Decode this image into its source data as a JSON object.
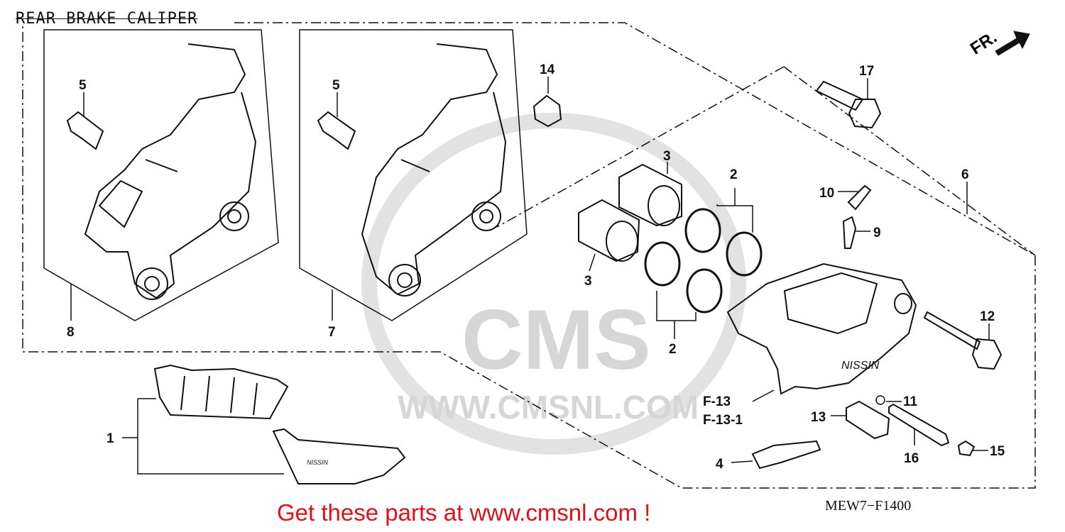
{
  "title": "REAR BRAKE CALIPER",
  "direction_label": "FR.",
  "diagram_code": "MEW7−F1400",
  "promo_text": "Get these parts at www.cmsnl.com !",
  "watermark_url": "WWW.CMSNL.COM",
  "watermark_logo": "CMS",
  "caliper_brand": "NISSIN",
  "pad_brand": "NISSIN",
  "callouts": [
    "1",
    "2",
    "2",
    "3",
    "3",
    "4",
    "5",
    "5",
    "6",
    "7",
    "8",
    "9",
    "10",
    "11",
    "12",
    "13",
    "14",
    "15",
    "16",
    "17",
    "F-13",
    "F-13-1"
  ],
  "colors": {
    "promo": "#e0101a",
    "line": "#111111",
    "watermark": "#d8d8d8"
  }
}
